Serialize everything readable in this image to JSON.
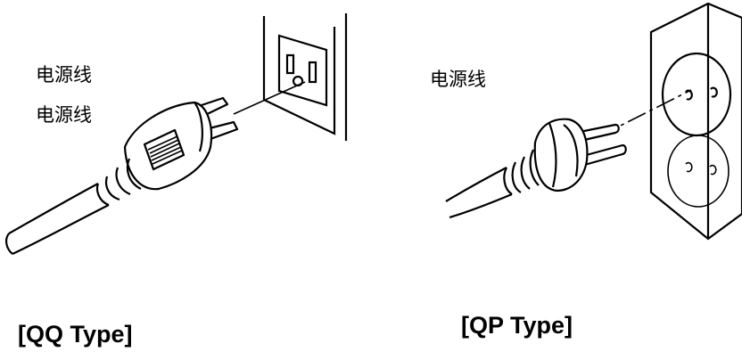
{
  "left_diagram": {
    "labels": [
      "电源线",
      "电源线"
    ],
    "caption": "[QQ Type]"
  },
  "right_diagram": {
    "labels": [
      "电源线"
    ],
    "caption": "[QP Type]"
  }
}
